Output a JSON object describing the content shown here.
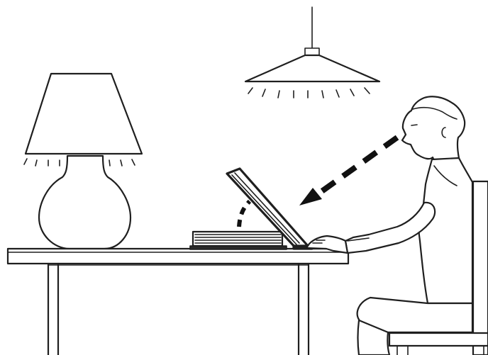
{
  "scene": {
    "background": "#ffffff",
    "line_color": "#1f1f1f",
    "elements": {
      "ceiling_lamp": "ceiling-lamp",
      "table_lamp": "table-lamp",
      "table": "table",
      "book_stack": "book-stack",
      "laptop": "laptop",
      "person": "seated-person",
      "chair": "chair",
      "gaze_arrow": "gaze-arrow"
    }
  }
}
